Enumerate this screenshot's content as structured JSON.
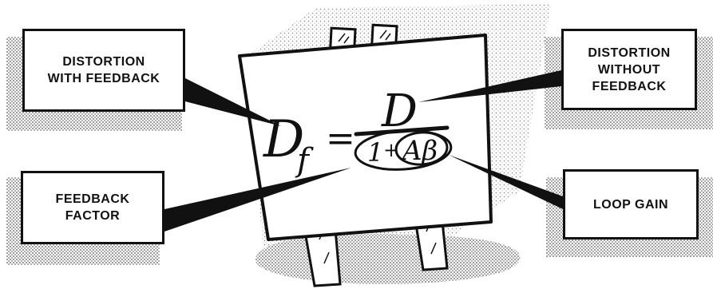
{
  "callouts": {
    "distortion_with_feedback": [
      "DISTORTION",
      "WITH FEEDBACK"
    ],
    "feedback_factor": [
      "FEEDBACK",
      "FACTOR"
    ],
    "distortion_without_feedback": [
      "DISTORTION",
      "WITHOUT",
      "FEEDBACK"
    ],
    "loop_gain": [
      "LOOP GAIN"
    ]
  },
  "formula": {
    "lhs_letter": "D",
    "lhs_subscript": "f",
    "equals": "=",
    "numerator": "D",
    "denominator_one": "1",
    "denominator_plus": "+",
    "denominator_loop": "Aβ"
  }
}
